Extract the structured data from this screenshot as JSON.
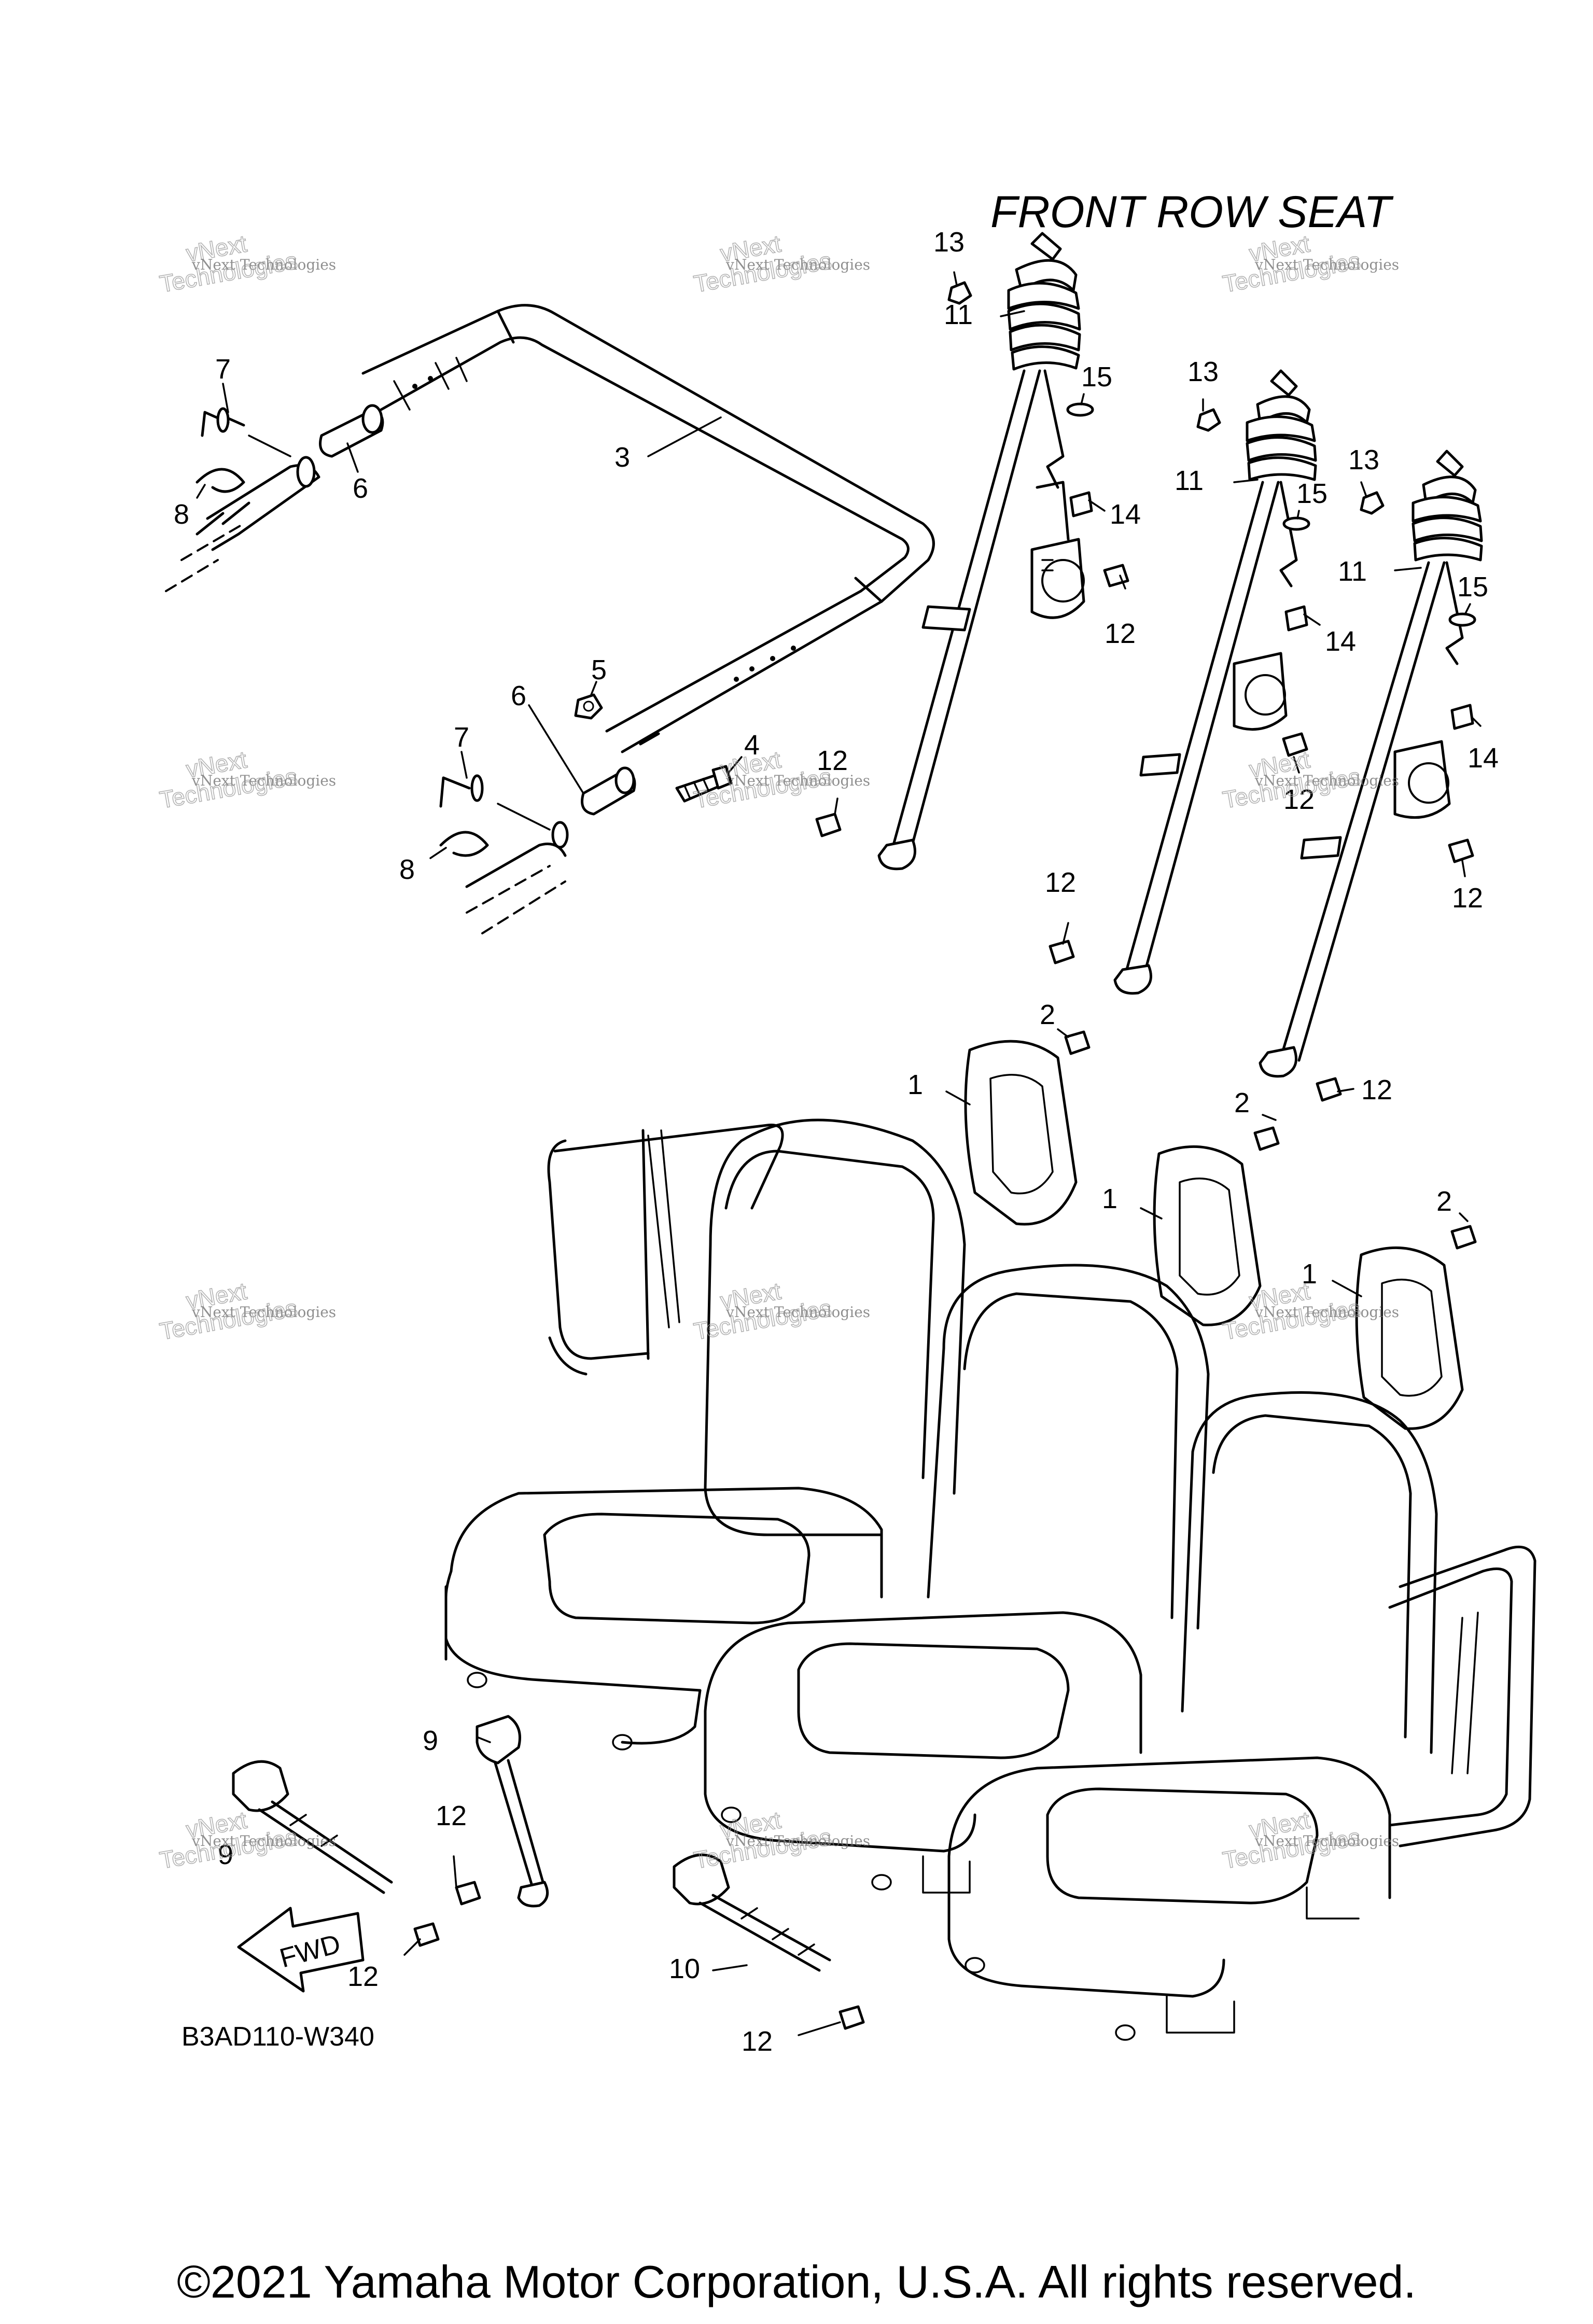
{
  "diagram": {
    "title": "FRONT ROW SEAT",
    "drawing_code": "B3AD110-W340",
    "direction_label": "FWD",
    "copyright": "©2021 Yamaha Motor Corporation, U.S.A. All rights reserved.",
    "watermark": {
      "line1": "vNext Technologies",
      "line2": "Technologies",
      "line3": "vNext"
    },
    "callouts": [
      "1",
      "2",
      "3",
      "4",
      "5",
      "6",
      "7",
      "8",
      "9",
      "10",
      "11",
      "12",
      "13",
      "14",
      "15"
    ],
    "colors": {
      "ink": "#000000",
      "paper": "#ffffff",
      "watermark": "#8a8a8a"
    }
  }
}
